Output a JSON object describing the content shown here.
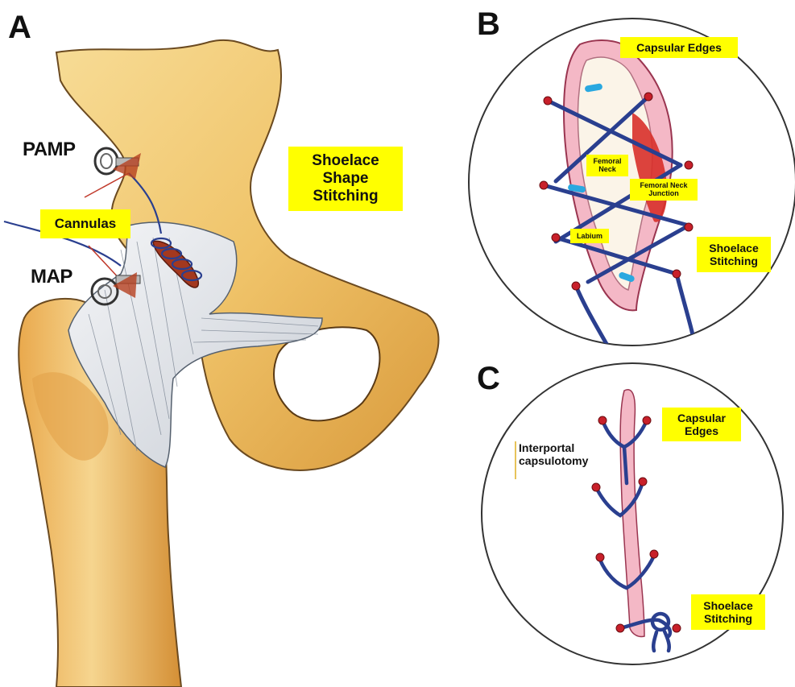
{
  "panels": {
    "a": {
      "letter": "A"
    },
    "b": {
      "letter": "B"
    },
    "c": {
      "letter": "C"
    }
  },
  "panel_a": {
    "pamp": "PAMP",
    "map": "MAP",
    "cannulas": "Cannulas",
    "shoelace_1": "Shoelace",
    "shoelace_2": "Shape",
    "shoelace_3": "Stitching"
  },
  "panel_b": {
    "capsular_edges": "Capsular Edges",
    "femoral_neck_1": "Femoral",
    "femoral_neck_2": "Neck",
    "junction_1": "Femoral Neck",
    "junction_2": "Junction",
    "labium": "Labium",
    "shoelace_1": "Shoelace",
    "shoelace_2": "Stitching"
  },
  "panel_c": {
    "capsular_1": "Capsular",
    "capsular_2": "Edges",
    "interportal_1": "Interportal",
    "interportal_2": "capsulotomy",
    "shoelace_1": "Shoelace",
    "shoelace_2": "Stitching"
  },
  "colors": {
    "bone": "#f0c46a",
    "bone_shade": "#c98a2e",
    "ligament": "#dfe3e8",
    "suture": "#2a3f8f",
    "knot": "#c8202a",
    "capsule_pink": "#f2b5c2",
    "highlight": "#ffff00"
  }
}
